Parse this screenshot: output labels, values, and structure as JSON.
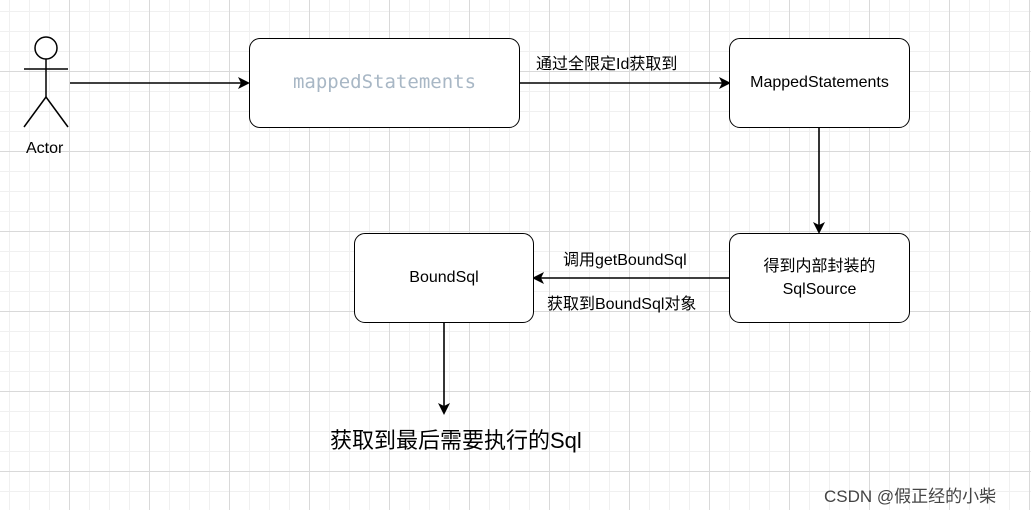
{
  "actor": {
    "label": "Actor"
  },
  "nodes": {
    "mapped_statements_map": "mappedStatements",
    "mapped_statement": "MappedStatements",
    "bound_sql": "BoundSql",
    "sql_source_line1": "得到内部封装的",
    "sql_source_line2": "SqlSource"
  },
  "edges": {
    "get_by_id": "通过全限定Id获取到",
    "call_get_bound_sql": "调用getBoundSql",
    "get_bound_sql_object": "获取到BoundSql对象",
    "final_sql": "获取到最后需要执行的Sql"
  },
  "watermark": "CSDN @假正经的小柴"
}
